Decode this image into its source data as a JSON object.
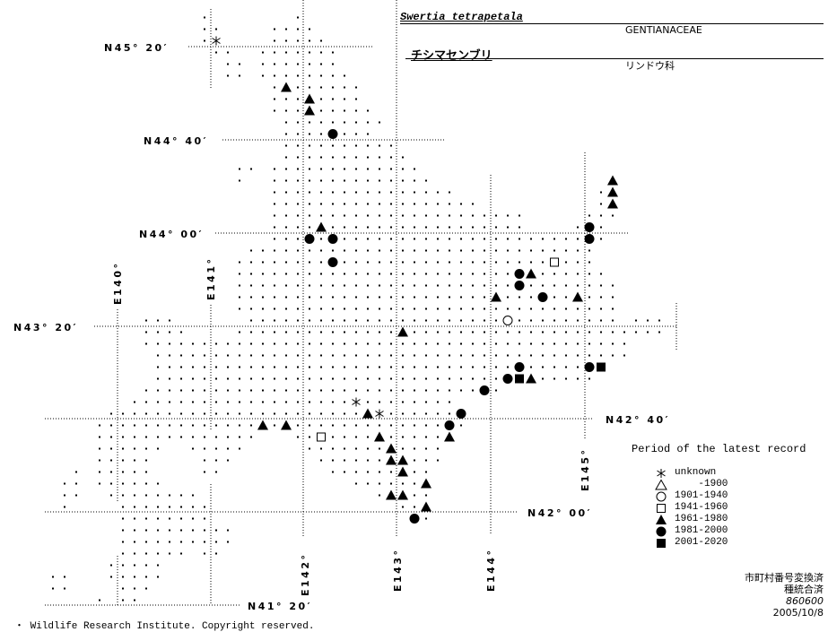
{
  "header": {
    "scientific_name": "Swertia tetrapetala",
    "family": "GENTIANACEAE",
    "japanese_name": "チシマセンブリ",
    "family_japanese": "リンドウ科"
  },
  "grid_labels": {
    "lat": [
      "N45° 20′",
      "N44° 40′",
      "N44° 00′",
      "N43° 20′",
      "N42° 40′",
      "N42° 00′",
      "N41° 20′"
    ],
    "lon": [
      "E140°",
      "E141°",
      "E142°",
      "E143°",
      "E144°",
      "E145°"
    ]
  },
  "legend": {
    "title": "Period of the latest record",
    "items": [
      {
        "symbol": "asterisk",
        "label": "unknown"
      },
      {
        "symbol": "open-triangle",
        "label": "    -1900"
      },
      {
        "symbol": "open-circle",
        "label": "1901-1940"
      },
      {
        "symbol": "open-square",
        "label": "1941-1960"
      },
      {
        "symbol": "filled-triangle",
        "label": "1961-1980"
      },
      {
        "symbol": "filled-circle",
        "label": "1981-2000"
      },
      {
        "symbol": "filled-square",
        "label": "2001-2020"
      }
    ]
  },
  "notes": {
    "line1": "市町村番号変換済",
    "line2": "種統合済",
    "code": "860600",
    "date": "2005/10/8"
  },
  "footer": "・ Wildlife Research Institute. Copyright reserved."
}
